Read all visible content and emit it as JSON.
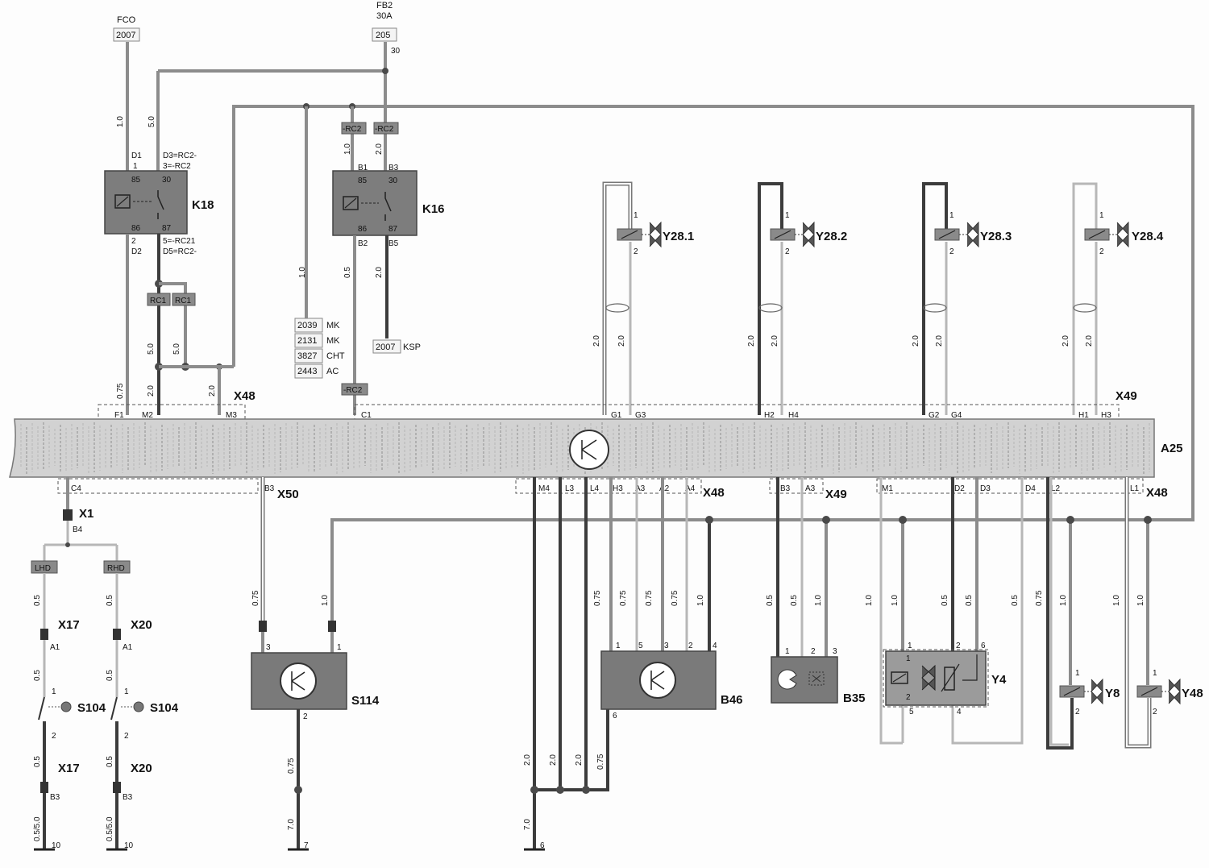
{
  "supplies": {
    "fco_label": "FCO",
    "fco_ref": "2007",
    "fb2_label": "FB2",
    "fb2_rating": "30A",
    "fb2_ref": "205",
    "fb2_term": "30"
  },
  "relays": {
    "k18": {
      "name": "K18",
      "pin_85": "85",
      "pin_30": "30",
      "pin_86": "86",
      "pin_87": "87",
      "top_left_a": "D1",
      "top_left_b": "1",
      "top_right_a": "D3=RC2-",
      "top_right_b": "3=-RC2",
      "bottom_left_a": "2",
      "bottom_left_b": "D2",
      "bottom_right_a": "5=-RC21",
      "bottom_right_b": "D5=RC2-"
    },
    "k16": {
      "name": "K16",
      "pin_85": "85",
      "pin_30": "30",
      "pin_86": "86",
      "pin_87": "87",
      "b1": "B1",
      "b3": "B3",
      "b2": "B2",
      "b5": "B5"
    }
  },
  "tags": {
    "rc2": "-RC2",
    "rc1": "RC1",
    "lhd": "LHD",
    "rhd": "RHD"
  },
  "ref_codes": [
    {
      "num": "2039",
      "name": "MK"
    },
    {
      "num": "2131",
      "name": "MK"
    },
    {
      "num": "3827",
      "name": "CHT"
    },
    {
      "num": "2443",
      "name": "AC"
    }
  ],
  "ksp": {
    "num": "2007",
    "name": "KSP"
  },
  "wire_sizes": {
    "s10": "1.0",
    "s50": "5.0",
    "s20": "2.0",
    "s05": "0.5",
    "s075": "0.75",
    "s70": "7.0",
    "s0550": "0.5/5.0"
  },
  "connectors": {
    "x48": "X48",
    "x49": "X49",
    "x50": "X50",
    "x1": "X1",
    "x17": "X17",
    "x20": "X20"
  },
  "ecu": {
    "name": "A25",
    "top_pins": [
      "F1",
      "M2",
      "M3",
      "C1",
      "G1",
      "G3",
      "H2",
      "H4",
      "G2",
      "G4",
      "H1",
      "H3"
    ],
    "bottom_pins": [
      "C4",
      "B3",
      "M4",
      "L3",
      "L4",
      "H3",
      "A3",
      "A2",
      "A4",
      "B3",
      "A3",
      "M1",
      "D2",
      "D3",
      "D4",
      "L2",
      "L1"
    ]
  },
  "valves": [
    "Y28.1",
    "Y28.2",
    "Y28.3",
    "Y28.4"
  ],
  "components": {
    "s104": "S104",
    "s114": "S114",
    "b46": "B46",
    "b35": "B35",
    "y4": "Y4",
    "y8": "Y8",
    "y48": "Y48"
  },
  "pin_numbers": {
    "p1": "1",
    "p2": "2",
    "p3": "3",
    "p4": "4",
    "p5": "5",
    "p6": "6",
    "p7": "7",
    "p10": "10",
    "a1": "A1",
    "b3": "B3",
    "b4": "B4"
  },
  "colors": {
    "wire_light": "#8c8c8c",
    "wire_dark": "#3c3c3c",
    "component_fill": "#7a7a7a"
  }
}
